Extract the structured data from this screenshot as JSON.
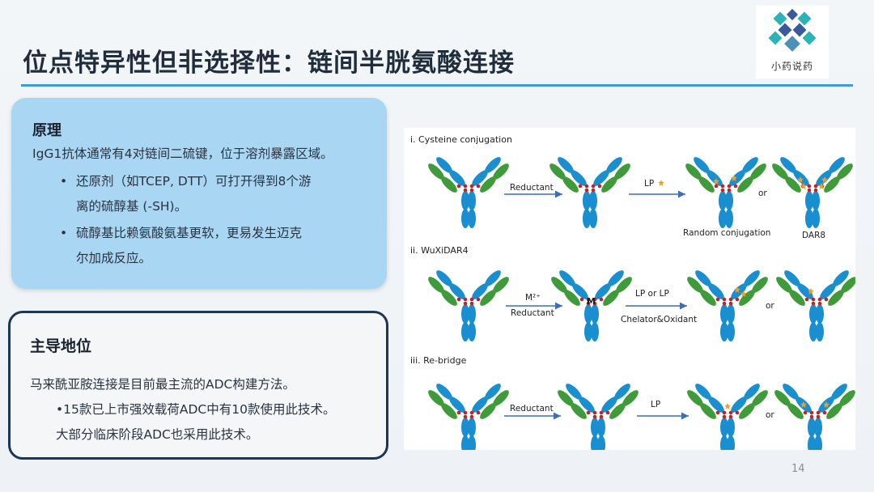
{
  "title": "位点特异性但非选择性：链间半胱氨酸连接",
  "logo": {
    "icon": "molecule-logo-icon",
    "text": "小药说药",
    "colors": [
      "#2bb3b8",
      "#3a5a9b",
      "#4c8fb8"
    ]
  },
  "principle": {
    "heading": "原理",
    "intro": "IgG1抗体通常有4对链间二硫键，位于溶剂暴露区域。",
    "bullets": [
      {
        "dot": "•",
        "line1": "还原剂（如TCEP, DTT）可打开得到8个游",
        "line2": "离的硫醇基 (-SH)。"
      },
      {
        "dot": "•",
        "line1": "硫醇基比赖氨酸氨基更软，更易发生迈克",
        "line2": "尔加成反应。"
      }
    ]
  },
  "dominance": {
    "heading": "主导地位",
    "line1": "马来酰亚胺连接是目前最主流的ADC构建方法。",
    "line2": "•15款已上市强效载荷ADC中有10款使用此技术。",
    "line3": "大部分临床阶段ADC也采用此技术。"
  },
  "figure": {
    "row1": {
      "title": "i. Cysteine conjugation",
      "arrow1": "Reductant",
      "arrow2": "LP",
      "or": "or",
      "cap1": "Random conjugation",
      "cap2": "DAR8"
    },
    "row2": {
      "title": "ii. WuXiDAR4",
      "arrow1_top": "M²⁺",
      "arrow1_bottom": "Reductant",
      "arrow2_top": "LP or LP",
      "arrow2_bottom": "Chelator&Oxidant",
      "metal": "M",
      "or": "or"
    },
    "row3": {
      "title": "iii. Re-bridge",
      "arrow1": "Reductant",
      "arrow2": "LP",
      "or": "or"
    },
    "colors": {
      "heavy": "#1a8fd0",
      "light": "#3f9a3a",
      "disulfide": "#c0242a",
      "payload": "#f0a020",
      "arrow": "#3d6fb5"
    }
  },
  "page_number": "14"
}
